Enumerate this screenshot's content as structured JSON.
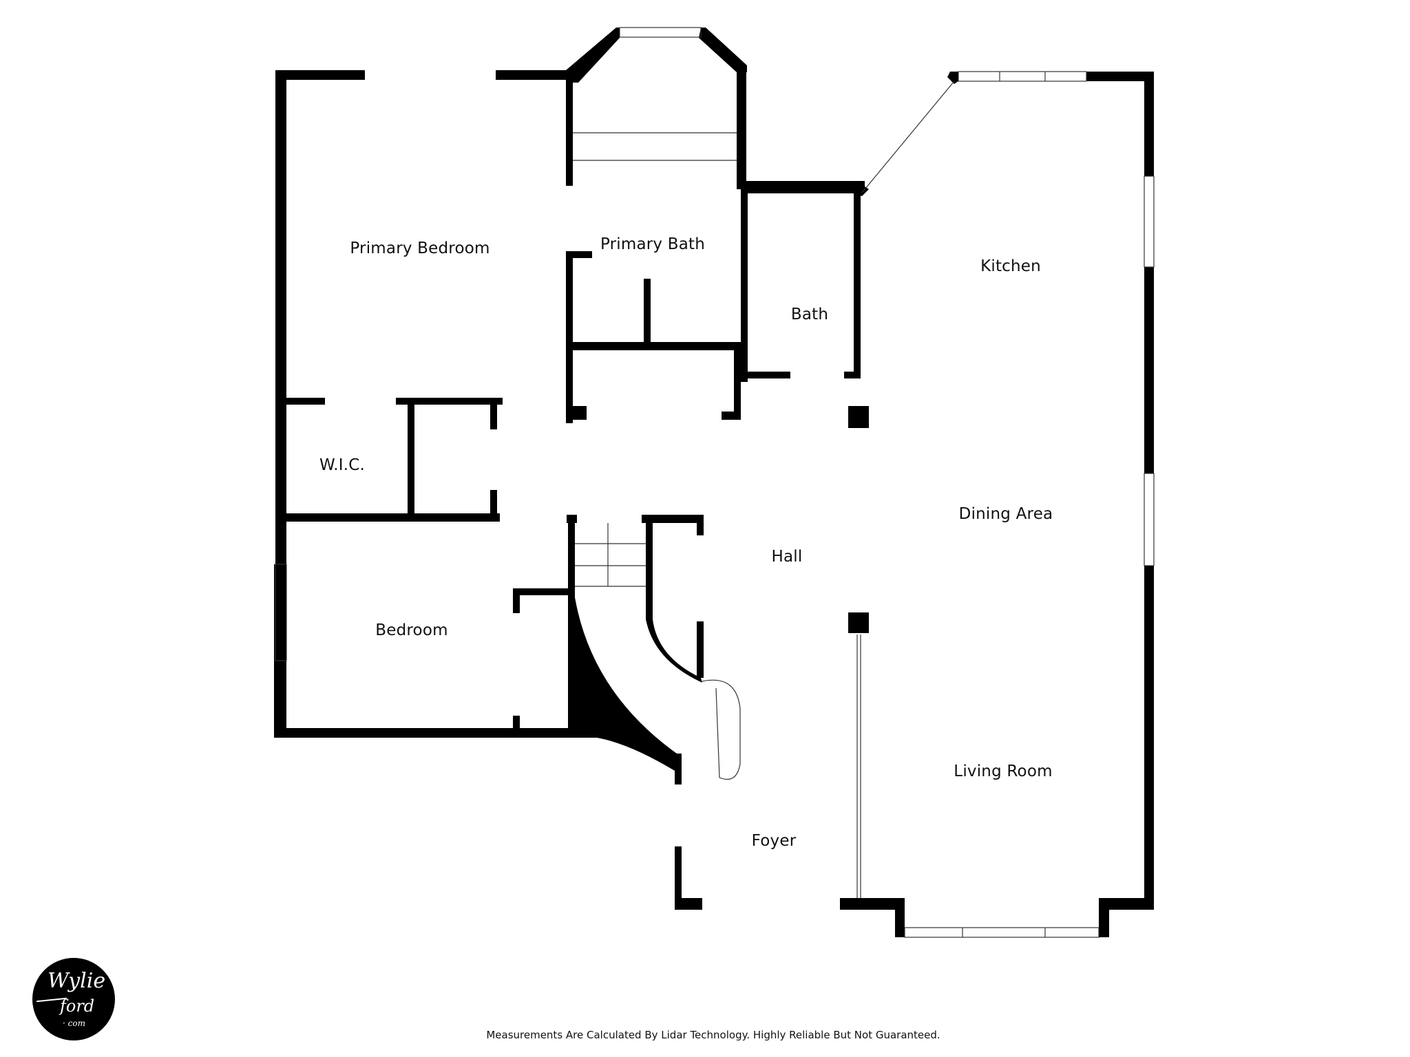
{
  "rooms": {
    "primary_bedroom": "Primary Bedroom",
    "primary_bath": "Primary Bath",
    "bath": "Bath",
    "kitchen": "Kitchen",
    "wic": "W.I.C.",
    "dining_area": "Dining Area",
    "hall": "Hall",
    "bedroom": "Bedroom",
    "living_room": "Living Room",
    "foyer": "Foyer"
  },
  "footer": {
    "disclaimer": "Measurements Are Calculated By Lidar Technology. Highly Reliable But Not Guaranteed."
  },
  "logo": {
    "line1": "Wylie",
    "line2": "ford",
    "line3": "· com"
  },
  "colors": {
    "wall": "#000000",
    "background": "#ffffff"
  }
}
